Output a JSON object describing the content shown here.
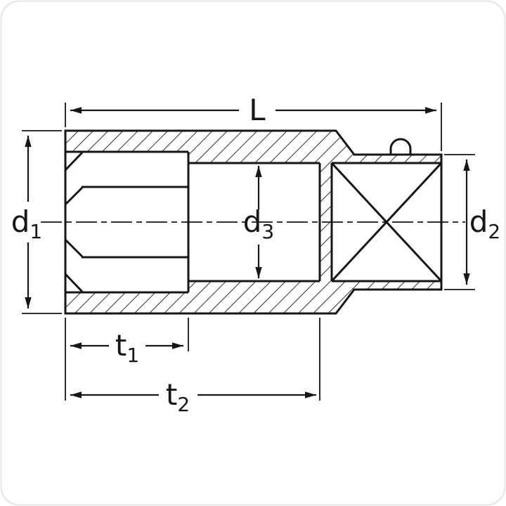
{
  "diagram": {
    "labels": {
      "length": {
        "base": "L",
        "sub": ""
      },
      "d1": {
        "base": "d",
        "sub": "1"
      },
      "d2": {
        "base": "d",
        "sub": "2"
      },
      "d3": {
        "base": "d",
        "sub": "3"
      },
      "t1": {
        "base": "t",
        "sub": "1"
      },
      "t2": {
        "base": "t",
        "sub": "2"
      }
    },
    "colors": {
      "line": "#161616",
      "background": "#ffffff",
      "frame": "#e4e4e4"
    }
  }
}
